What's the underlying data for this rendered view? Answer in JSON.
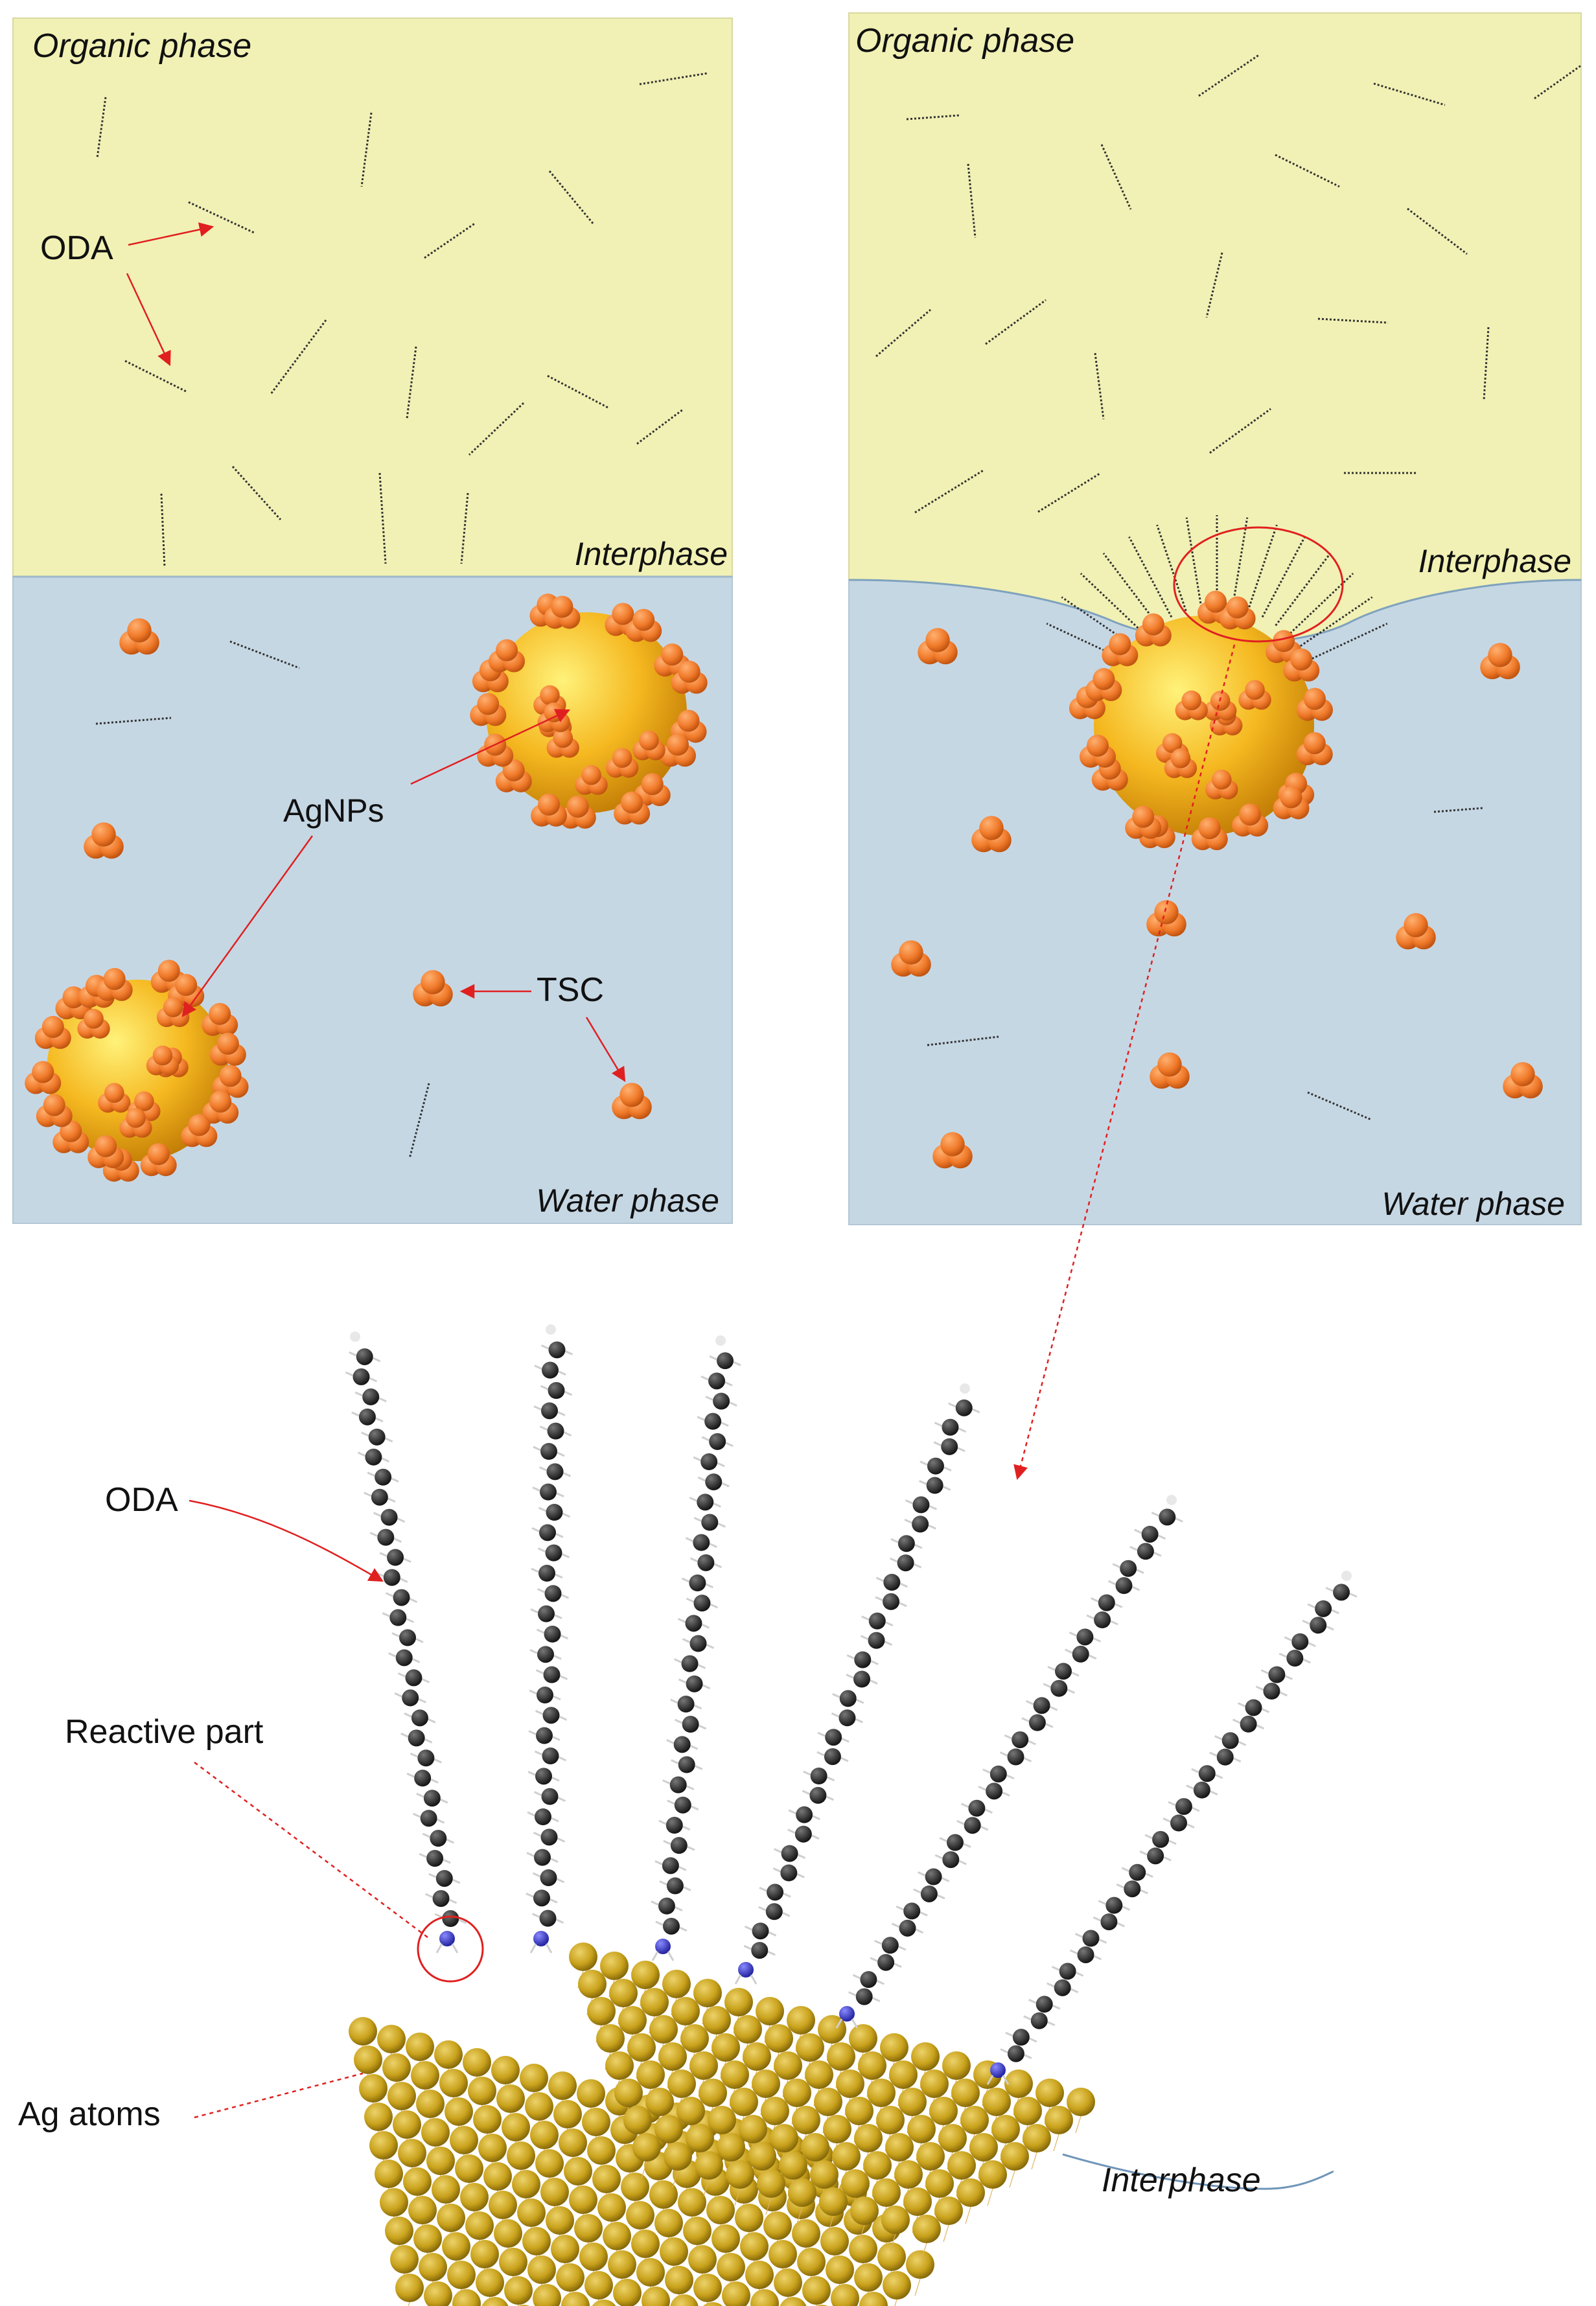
{
  "colors": {
    "organic": "#f1f1b5",
    "water": "#c6d7e4",
    "arrow": "#e02020",
    "tsc": "#f07a2a",
    "agnp": "#f5b820",
    "ag_atom": "#c9a21c",
    "carbon": "#2b2b2b",
    "nitrogen": "#3a3ad0",
    "hydrogen": "#e8e8e8"
  },
  "panel_left": {
    "organic_label": "Organic phase",
    "interphase_label": "Interphase",
    "water_label": "Water phase",
    "oda_label": "ODA",
    "agnps_label": "AgNPs",
    "tsc_label": "TSC"
  },
  "panel_right": {
    "organic_label": "Organic phase",
    "interphase_label": "Interphase",
    "water_label": "Water phase"
  },
  "detail": {
    "oda_label": "ODA",
    "reactive_label": "Reactive part",
    "ag_atoms_label": "Ag atoms",
    "interphase_label": "Interphase"
  }
}
